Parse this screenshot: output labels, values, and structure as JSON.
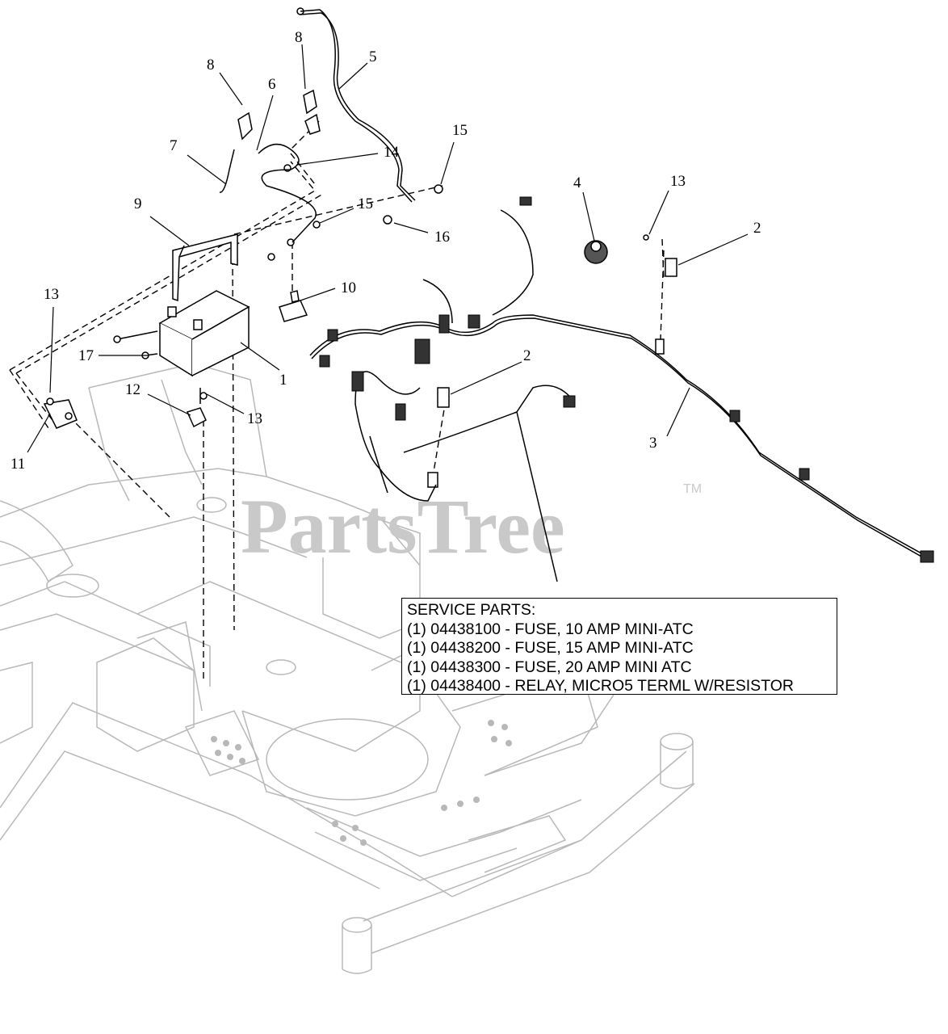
{
  "watermark": {
    "text": "PartsTree",
    "trademark": "TM"
  },
  "service_parts": {
    "heading": "SERVICE PARTS:",
    "items": [
      "(1) 04438100 - FUSE, 10 AMP MINI-ATC",
      "(1) 04438200 - FUSE, 15 AMP MINI-ATC",
      "(1) 04438300 - FUSE, 20 AMP MINI ATC",
      "(1) 04438400 - RELAY, MICRO5 TERML W/RESISTOR"
    ]
  },
  "callouts": [
    "8",
    "8",
    "5",
    "6",
    "7",
    "14",
    "15",
    "9",
    "15",
    "16",
    "10",
    "13",
    "17",
    "1",
    "12",
    "13",
    "11",
    "4",
    "13",
    "2",
    "2",
    "3"
  ]
}
